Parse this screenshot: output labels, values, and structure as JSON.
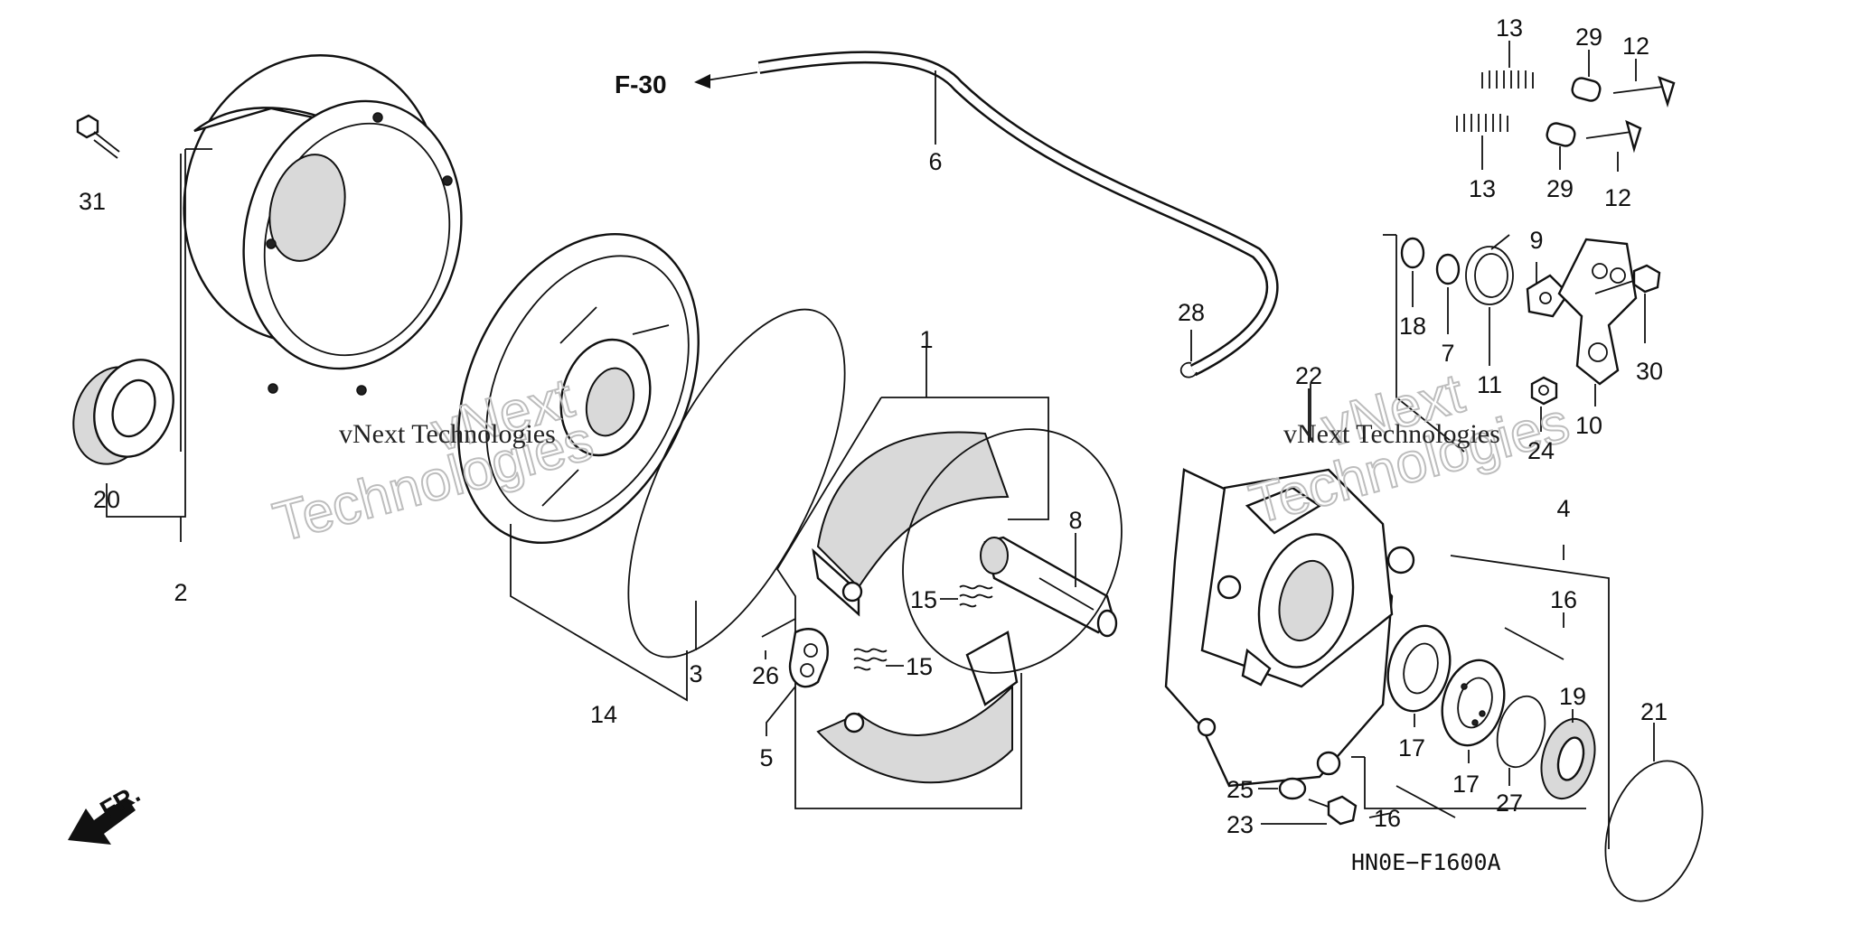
{
  "diagram": {
    "code": "HN0E−F1600A",
    "ref_arrow": "F-30",
    "front_arrow": "FR.",
    "watermark": {
      "line_small": "vNext Technologies",
      "line_big_1": "vNext",
      "line_big_2": "Technologies"
    },
    "callouts": {
      "c1": "1",
      "c2": "2",
      "c3": "3",
      "c4": "4",
      "c5": "5",
      "c6": "6",
      "c7": "7",
      "c8": "8",
      "c9": "9",
      "c10": "10",
      "c11": "11",
      "c12a": "12",
      "c12b": "12",
      "c13a": "13",
      "c13b": "13",
      "c14": "14",
      "c15a": "15",
      "c15b": "15",
      "c16a": "16",
      "c16b": "16",
      "c17a": "17",
      "c17b": "17",
      "c18": "18",
      "c19": "19",
      "c20": "20",
      "c21": "21",
      "c22": "22",
      "c23": "23",
      "c24": "24",
      "c25": "25",
      "c26": "26",
      "c27": "27",
      "c28": "28",
      "c29a": "29",
      "c29b": "29",
      "c30": "30",
      "c31": "31"
    }
  }
}
